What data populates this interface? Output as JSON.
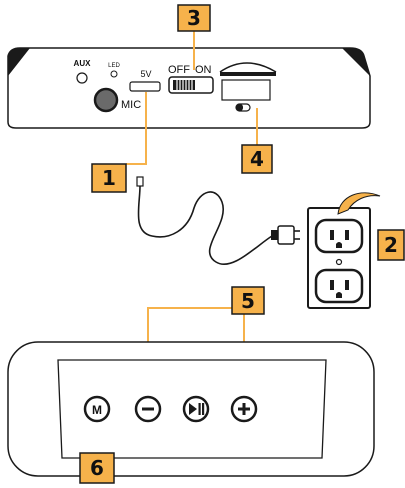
{
  "top_panel": {
    "aux_label": "AUX",
    "led_label": "LED",
    "power_input_label": "5V",
    "mic_label": "MIC",
    "switch_off_label": "OFF",
    "switch_on_label": "ON"
  },
  "callouts": [
    {
      "number": "1"
    },
    {
      "number": "2"
    },
    {
      "number": "3"
    },
    {
      "number": "4"
    },
    {
      "number": "5"
    },
    {
      "number": "6"
    }
  ],
  "buttons": {
    "mode_label": "M",
    "minus_glyph": "−",
    "play_pause_glyph": "⏯",
    "plus_glyph": "+"
  },
  "colors": {
    "callout_fill": "#f6b24b",
    "callout_line": "#f6b24b",
    "outline": "#1a1a1a",
    "panel_fill": "#ffffff",
    "swoosh": "#f6b24b"
  }
}
